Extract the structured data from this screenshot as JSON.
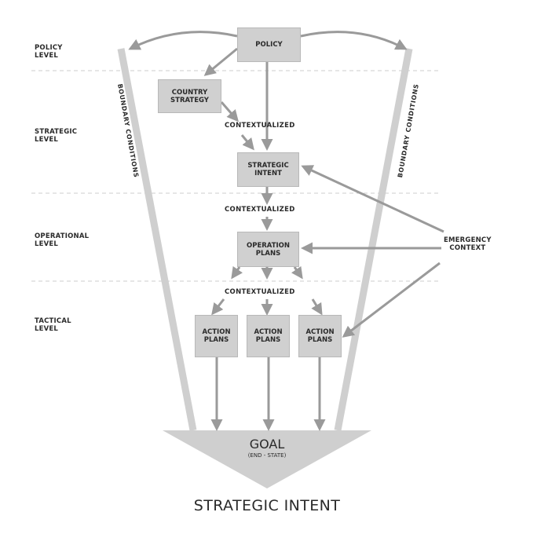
{
  "levels": {
    "policy": "POLICY\nLEVEL",
    "strategic": "STRATEGIC\nLEVEL",
    "operational": "OPERATIONAL\nLEVEL",
    "tactical": "TACTICAL\nLEVEL"
  },
  "boxes": {
    "policy": "POLICY",
    "country_strategy": "COUNTRY\nSTRATEGY",
    "strategic_intent": "STRATEGIC\nINTENT",
    "operation_plans": "OPERATION\nPLANS",
    "action_plans_1": "ACTION\nPLANS",
    "action_plans_2": "ACTION\nPLANS",
    "action_plans_3": "ACTION\nPLANS"
  },
  "contextualized": [
    "CONTEXTUALIZED",
    "CONTEXTUALIZED",
    "CONTEXTUALIZED"
  ],
  "boundary_left": "BOUNDARY CONDITIONS",
  "boundary_right": "BOUNDARY CONDITIONS",
  "emergency": "EMERGENCY\nCONTEXT",
  "goal": {
    "title": "GOAL",
    "subtitle": "(END - STATE)"
  },
  "caption": "STRATEGIC INTENT",
  "colors": {
    "box_fill": "#d0d0d0",
    "arrow": "#9a9a9a",
    "funnel": "#cfcfcf",
    "text": "#2a2a2a",
    "divider": "#cccccc"
  }
}
